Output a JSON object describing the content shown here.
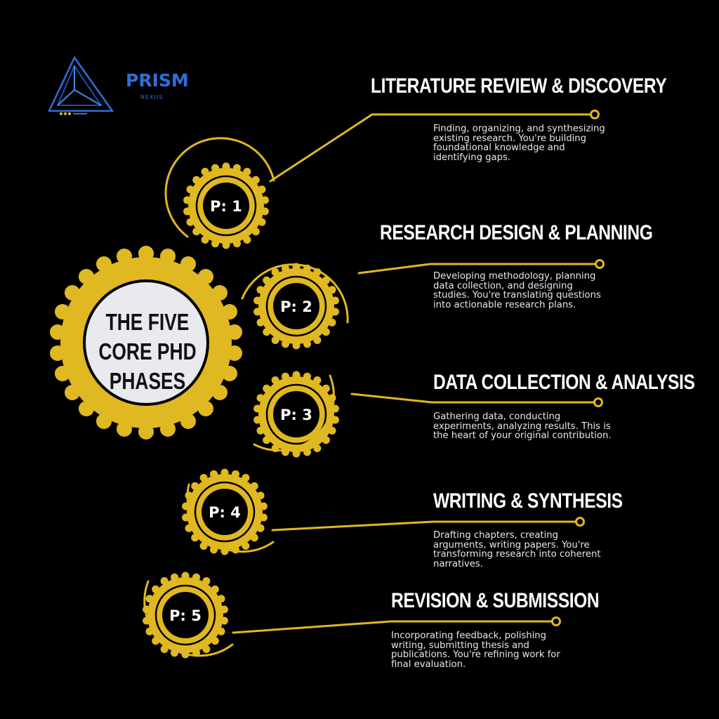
{
  "colors": {
    "background": "#000000",
    "accent": "#e0b821",
    "center_fill": "#e9eaee",
    "title_text": "#ffffff",
    "desc_text": "#e8e8e8",
    "logo_blue": "#2f6fd8"
  },
  "logo": {
    "icon": "triangle-prism-icon",
    "word": "PRISM",
    "sub": "NEXUS"
  },
  "center": {
    "line1": "THE FIVE",
    "line2": "CORE PHD",
    "line3": "PHASES"
  },
  "phases": [
    {
      "label": "P: 1",
      "title": "LITERATURE REVIEW & DISCOVERY",
      "description": "Finding, organizing, and synthesizing existing research. You're building foundational knowledge and identifying gaps."
    },
    {
      "label": "P: 2",
      "title": "RESEARCH DESIGN & PLANNING",
      "description": "Developing methodology, planning data collection, and designing studies. You're translating questions into actionable research plans."
    },
    {
      "label": "P: 3",
      "title": "DATA COLLECTION & ANALYSIS",
      "description": "Gathering data, conducting experiments, analyzing results. This is the heart of your original contribution."
    },
    {
      "label": "P: 4",
      "title": "WRITING & SYNTHESIS",
      "description": "Drafting chapters, creating arguments, writing papers. You're transforming research into coherent narratives."
    },
    {
      "label": "P: 5",
      "title": "REVISION & SUBMISSION",
      "description": "Incorporating feedback, polishing writing, submitting thesis and publications. You're refining work for final evaluation."
    }
  ]
}
